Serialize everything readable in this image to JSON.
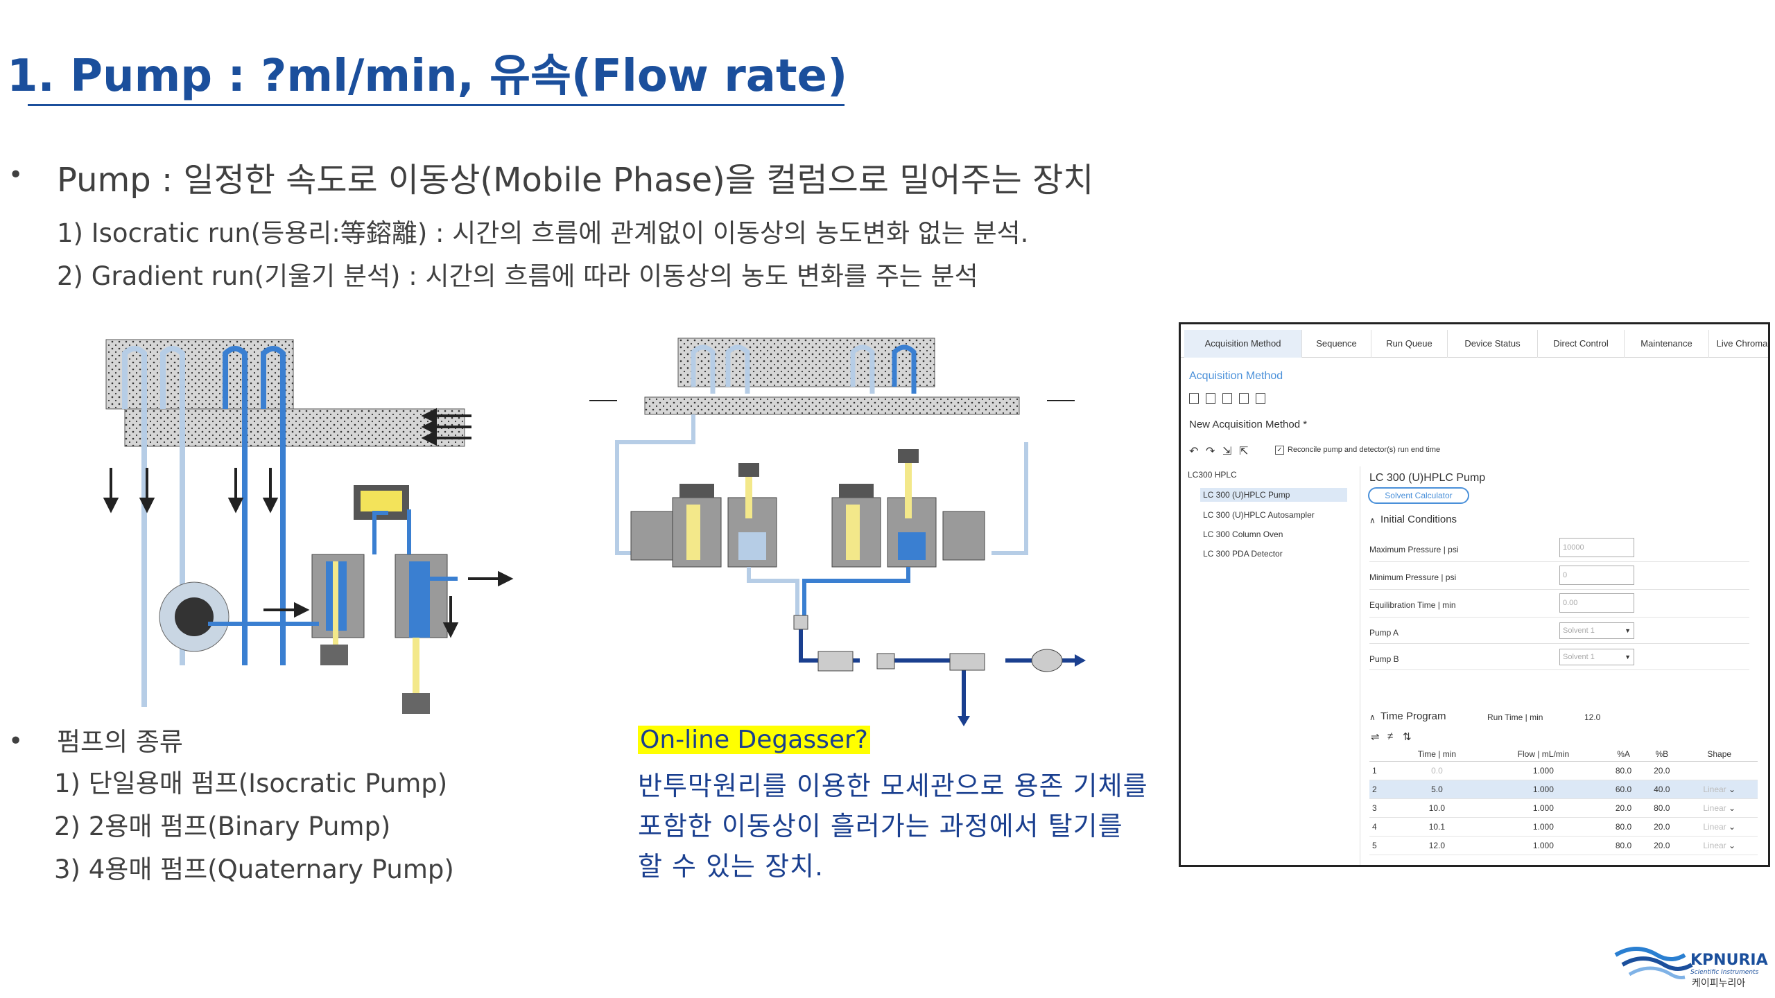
{
  "title": "1. Pump : ?ml/min, 유속(Flow rate)",
  "bullet1": {
    "text": "Pump : 일정한 속도로 이동상(Mobile Phase)을 컬럼으로 밀어주는 장치",
    "sub1": "1) Isocratic run(등용리:等鎔離) : 시간의 흐름에 관계없이 이동상의 농도변화 없는 분석.",
    "sub2": "2) Gradient run(기울기 분석) : 시간의 흐름에 따라 이동상의 농도 변화를 주는 분석"
  },
  "bullet2": {
    "text": "펌프의 종류",
    "items": [
      "1) 단일용매 펌프(Isocratic Pump)",
      "2) 2용매 펌프(Binary Pump)",
      "3) 4용매 펌프(Quaternary Pump)"
    ]
  },
  "degasser": {
    "title": "On-line Degasser?",
    "lines": [
      "반투막원리를 이용한 모세관으로 용존 기체를",
      "포함한 이동상이 흘러가는 과정에서 탈기를",
      "할 수 있는 장치."
    ]
  },
  "software": {
    "tabs": [
      "Acquisition Method",
      "Sequence",
      "Run Queue",
      "Device Status",
      "Direct Control",
      "Maintenance",
      "Live Chroma"
    ],
    "heading": "Acquisition Method",
    "method_name": "New Acquisition Method *",
    "reconcile": "Reconcile pump and detector(s) run end time",
    "tree_root": "LC300 HPLC",
    "tree_items": [
      "LC 300 (U)HPLC Pump",
      "LC 300 (U)HPLC Autosampler",
      "LC 300 Column Oven",
      "LC 300 PDA Detector"
    ],
    "pump_title": "LC 300 (U)HPLC Pump",
    "solvent_calc": "Solvent Calculator",
    "initial_conditions": "Initial Conditions",
    "fields": [
      {
        "label": "Maximum Pressure | psi",
        "value": "10000"
      },
      {
        "label": "Minimum Pressure | psi",
        "value": "0"
      },
      {
        "label": "Equilibration Time | min",
        "value": "0.00"
      }
    ],
    "pumps": [
      {
        "label": "Pump A",
        "value": "Solvent 1"
      },
      {
        "label": "Pump B",
        "value": "Solvent 1"
      }
    ],
    "time_program": "Time Program",
    "run_time_label": "Run Time | min",
    "run_time_value": "12.0",
    "table_headers": [
      "",
      "Time | min",
      "Flow | mL/min",
      "%A",
      "%B",
      "Shape"
    ],
    "table_rows": [
      [
        "1",
        "0.0",
        "1.000",
        "80.0",
        "20.0",
        ""
      ],
      [
        "2",
        "5.0",
        "1.000",
        "60.0",
        "40.0",
        "Linear"
      ],
      [
        "3",
        "10.0",
        "1.000",
        "20.0",
        "80.0",
        "Linear"
      ],
      [
        "4",
        "10.1",
        "1.000",
        "80.0",
        "20.0",
        "Linear"
      ],
      [
        "5",
        "12.0",
        "1.000",
        "80.0",
        "20.0",
        "Linear"
      ]
    ]
  },
  "logo": {
    "name": "KPNURIA",
    "sub": "Scientific Instruments",
    "korean": "케이피누리아"
  },
  "colors": {
    "title_blue": "#1b4f9c",
    "degasser_blue": "#1a3f8f",
    "highlight": "#ffff00",
    "software_accent": "#4a90d9"
  }
}
